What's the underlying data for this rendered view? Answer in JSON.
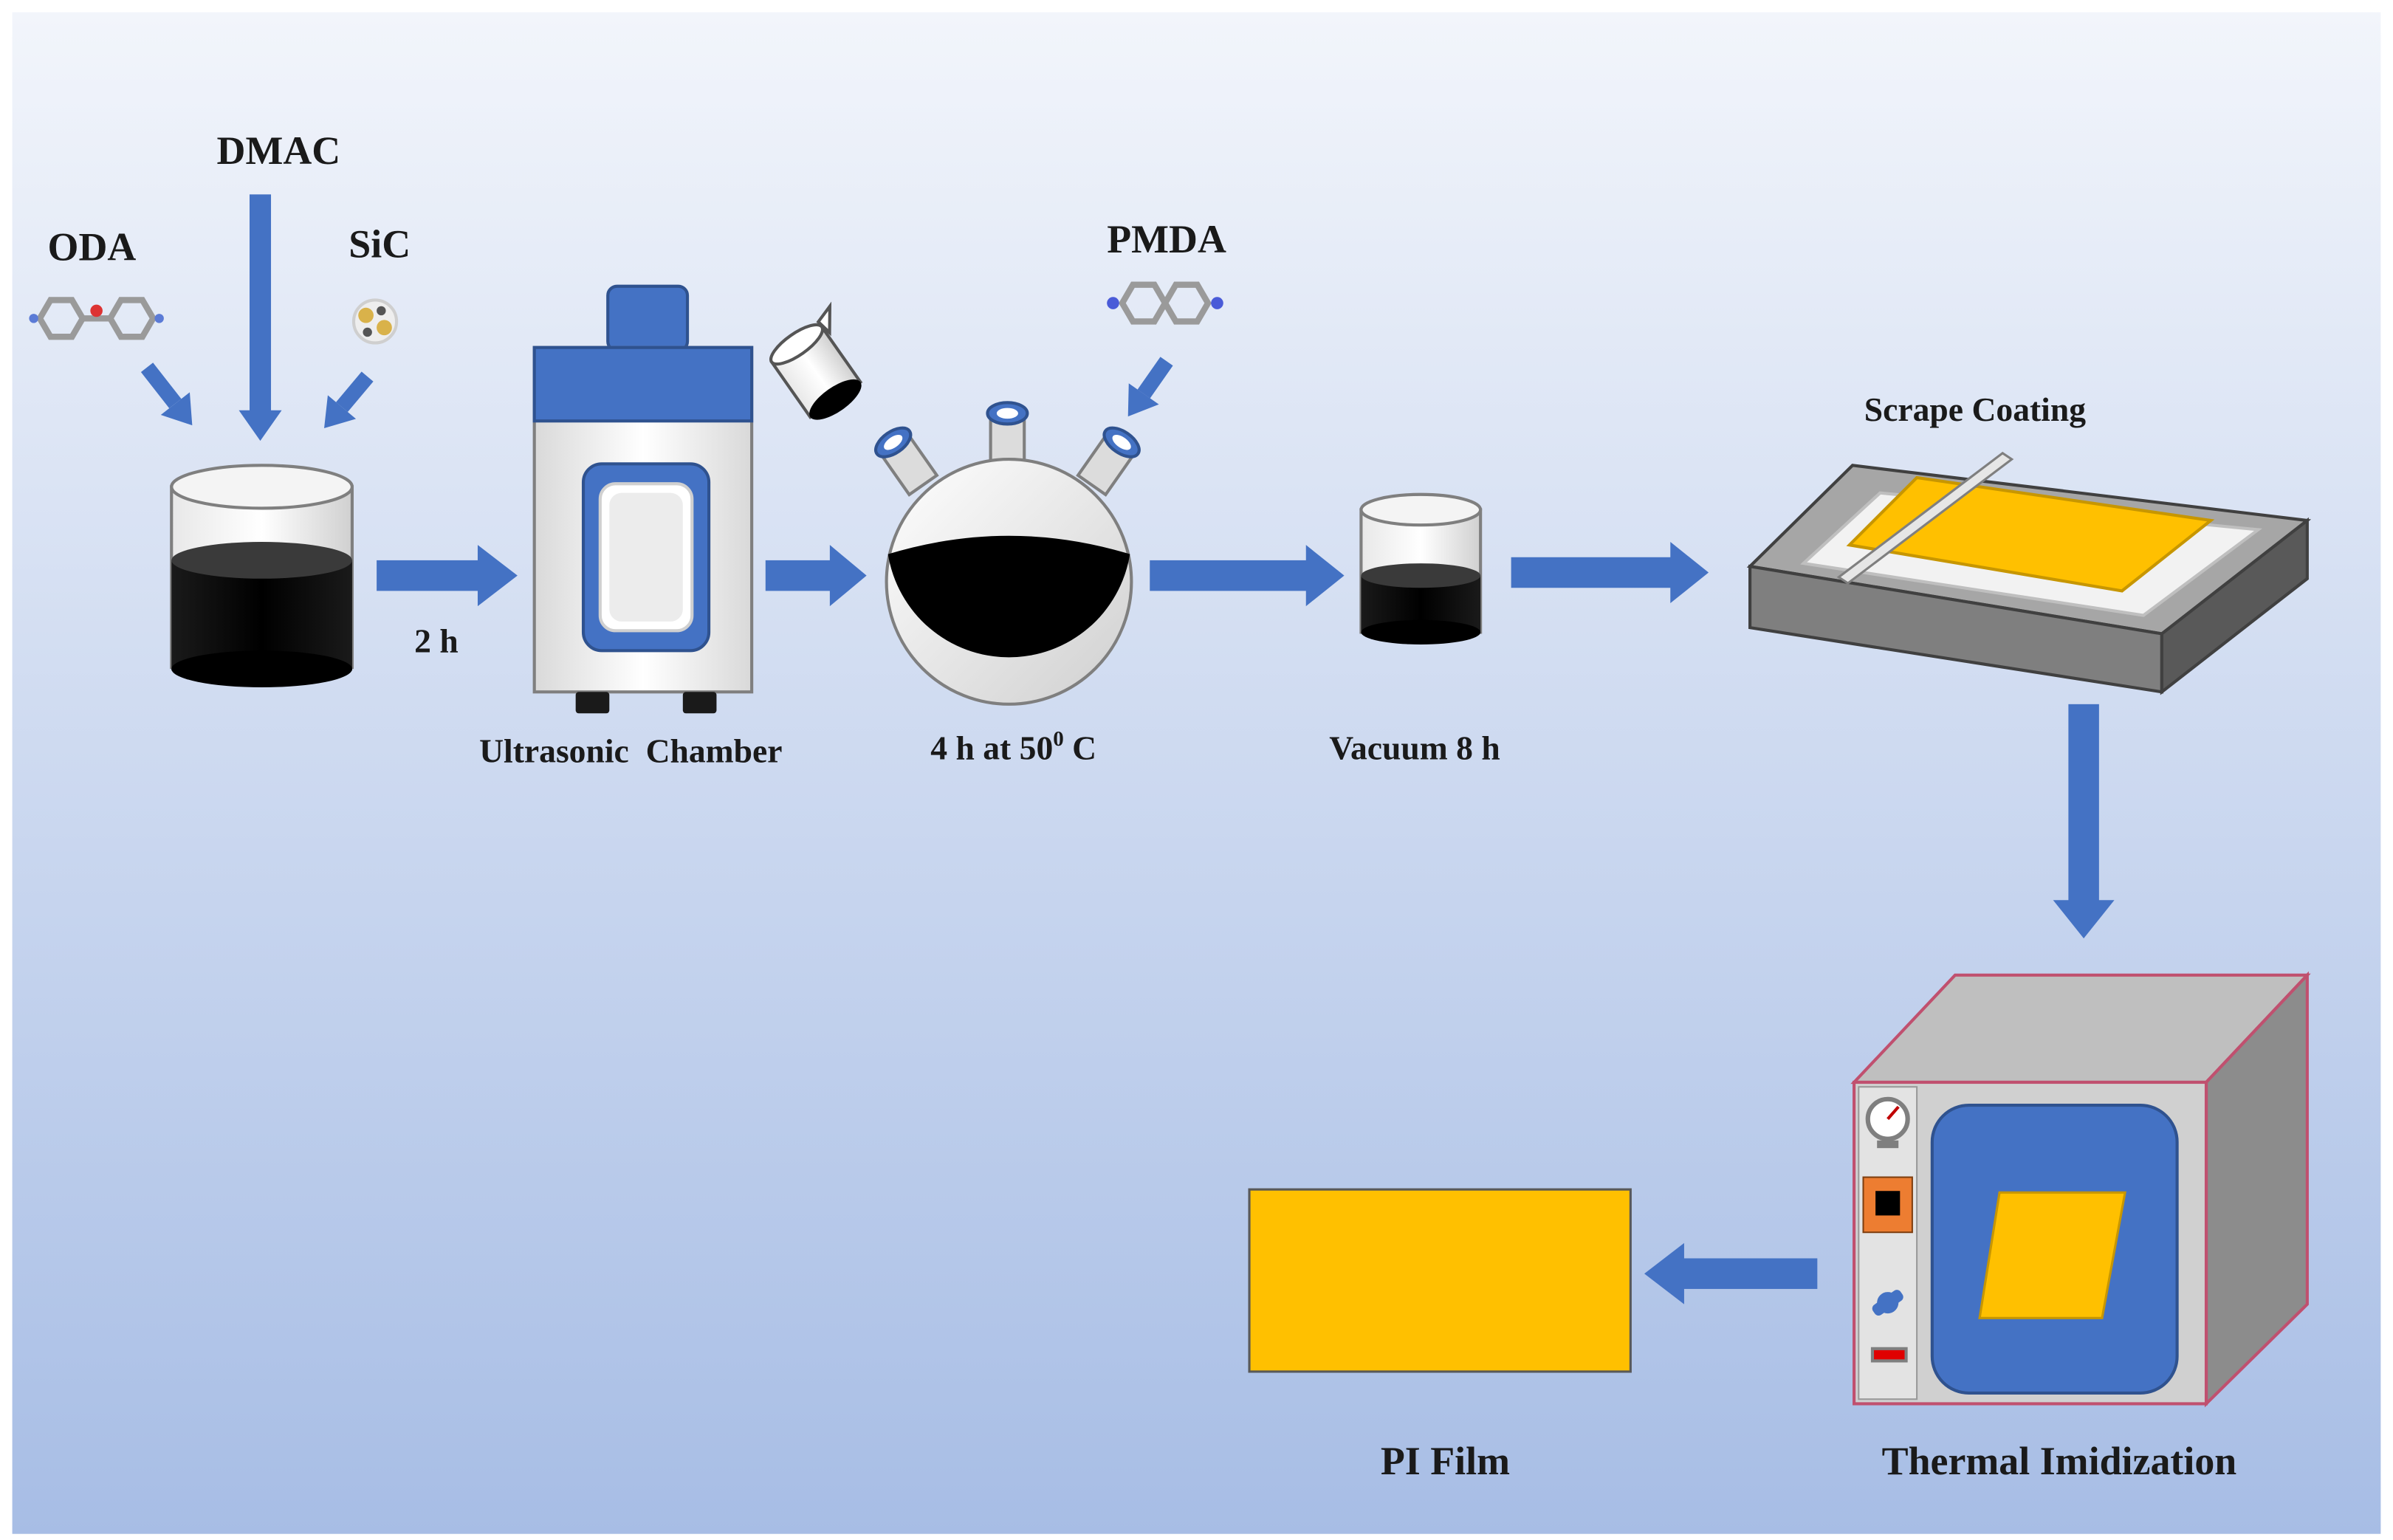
{
  "colors": {
    "background_top": "#f2f5fb",
    "background_bottom": "#a7bde5",
    "arrow": "#4472c4",
    "liquid": "#000000",
    "film": "#ffc000",
    "oven_body": "#bfbfbf",
    "oven_door": "#4472c4"
  },
  "reagents": {
    "oda": "ODA",
    "dmac": "DMAC",
    "sic": "SiC",
    "pmda": "PMDA"
  },
  "steps": {
    "mix_time": "2 h",
    "ultrasonic": "Ultrasonic  Chamber",
    "reaction_time": "4 h at 50",
    "reaction_sup": "0",
    "reaction_unit": " C",
    "vacuum": "Vacuum 8 h",
    "scrape": "Scrape Coating",
    "thermal": "Thermal Imidization",
    "film": "PI Film"
  },
  "icons": {
    "molecule": "molecule-icon",
    "beaker": "beaker-icon",
    "ultrasonic": "ultrasonic-chamber-icon",
    "pour_cup": "pouring-cup-icon",
    "flask": "three-neck-flask-icon",
    "small_beaker": "small-beaker-icon",
    "coater": "scrape-coater-icon",
    "oven": "oven-icon",
    "arrow": "flow-arrow-icon"
  }
}
